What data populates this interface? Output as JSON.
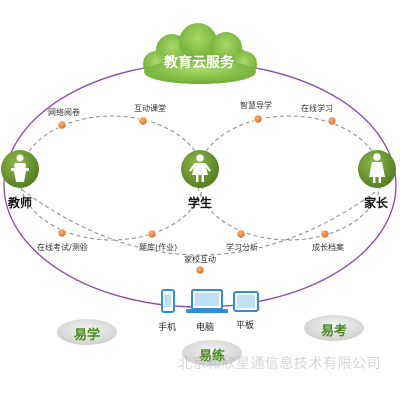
{
  "cloud": {
    "title": "教育云服务"
  },
  "roles": {
    "teacher": "教师",
    "student": "学生",
    "parent": "家长"
  },
  "links": {
    "grading": "网络阅卷",
    "interactive_class": "互动课堂",
    "smart_guide": "智慧导学",
    "online_study": "在线学习",
    "online_exam": "在线考试/测验",
    "question_bank": "题库(作业)",
    "study_analysis": "学习分析",
    "growth_record": "成长档案",
    "home_school": "家校互动"
  },
  "devices": {
    "phone": "手机",
    "computer": "电脑",
    "tablet": "平板"
  },
  "slogans": {
    "easy_learn": "易学",
    "easy_practice": "易练",
    "easy_exam": "易考"
  },
  "watermark": "北京和欣星通信息技术有限公司",
  "colors": {
    "accent_green": "#7ab648",
    "ring_purple": "#8a4aa0",
    "dot_orange": "#e8843a",
    "role_green": "#6b9a2e"
  }
}
